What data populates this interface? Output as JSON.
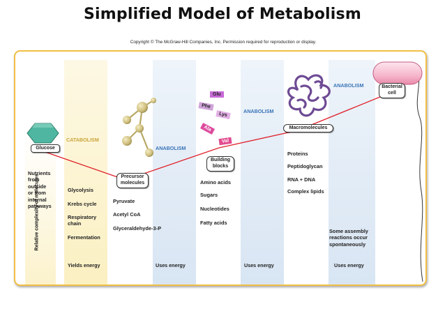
{
  "title": "Simplified Model of Metabolism",
  "copyright": "Copyright © The McGraw-Hill Companies, Inc. Permission required for reproduction or display.",
  "y_axis_label": "Relative complexity of molecules",
  "sections": {
    "catabolism": "CATABOLISM",
    "anabolism_1": "ANABOLISM",
    "anabolism_2": "ANABOLISM",
    "anabolism_3": "ANABOLISM"
  },
  "nutrients": [
    "Nutrients",
    "from",
    "outside",
    "or from",
    "internal",
    "pathways"
  ],
  "catabolism_pathways": [
    "Glycolysis",
    "Krebs cycle",
    "Respiratory",
    "chain",
    "Fermentation"
  ],
  "catabolism_energy": "Yields energy",
  "uses_energy": "Uses energy",
  "boxes": {
    "glucose": "Glucose",
    "precursor": [
      "Precursor",
      "molecules"
    ],
    "building_blocks": [
      "Building",
      "blocks"
    ],
    "macromolecules": "Macromolecules",
    "bacterial_cell": [
      "Bacterial",
      "cell"
    ]
  },
  "precursor_list": [
    "Pyruvate",
    "Acetyl CoA",
    "Glyceraldehyde-3-P"
  ],
  "building_block_list": [
    "Amino acids",
    "Sugars",
    "Nucleotides",
    "Fatty acids"
  ],
  "amino_acids": [
    {
      "label": "Glu",
      "color": "#c76ad6"
    },
    {
      "label": "Phe",
      "color": "#cfa3d8"
    },
    {
      "label": "Lys",
      "color": "#e2aee5"
    },
    {
      "label": "Ala",
      "color": "#dd4a9c"
    },
    {
      "label": "Val",
      "color": "#e24b8f"
    }
  ],
  "macromolecule_list": [
    "Proteins",
    "Peptidoglycan",
    "RNA + DNA",
    "Complex lipids"
  ],
  "assembly_note": [
    "Some assembly",
    "reactions occur",
    "spontaneously"
  ],
  "colors": {
    "frame": "#f2bf45",
    "catabolism_band": "#fbf0c2",
    "anabolism_band": "#dde8f5",
    "arrow": "#e0202b",
    "anabolism_text": "#3a74b8",
    "glucose": "#4fb7a1",
    "molecule": "#d7c98a",
    "macromolecule": "#6e4a94"
  }
}
